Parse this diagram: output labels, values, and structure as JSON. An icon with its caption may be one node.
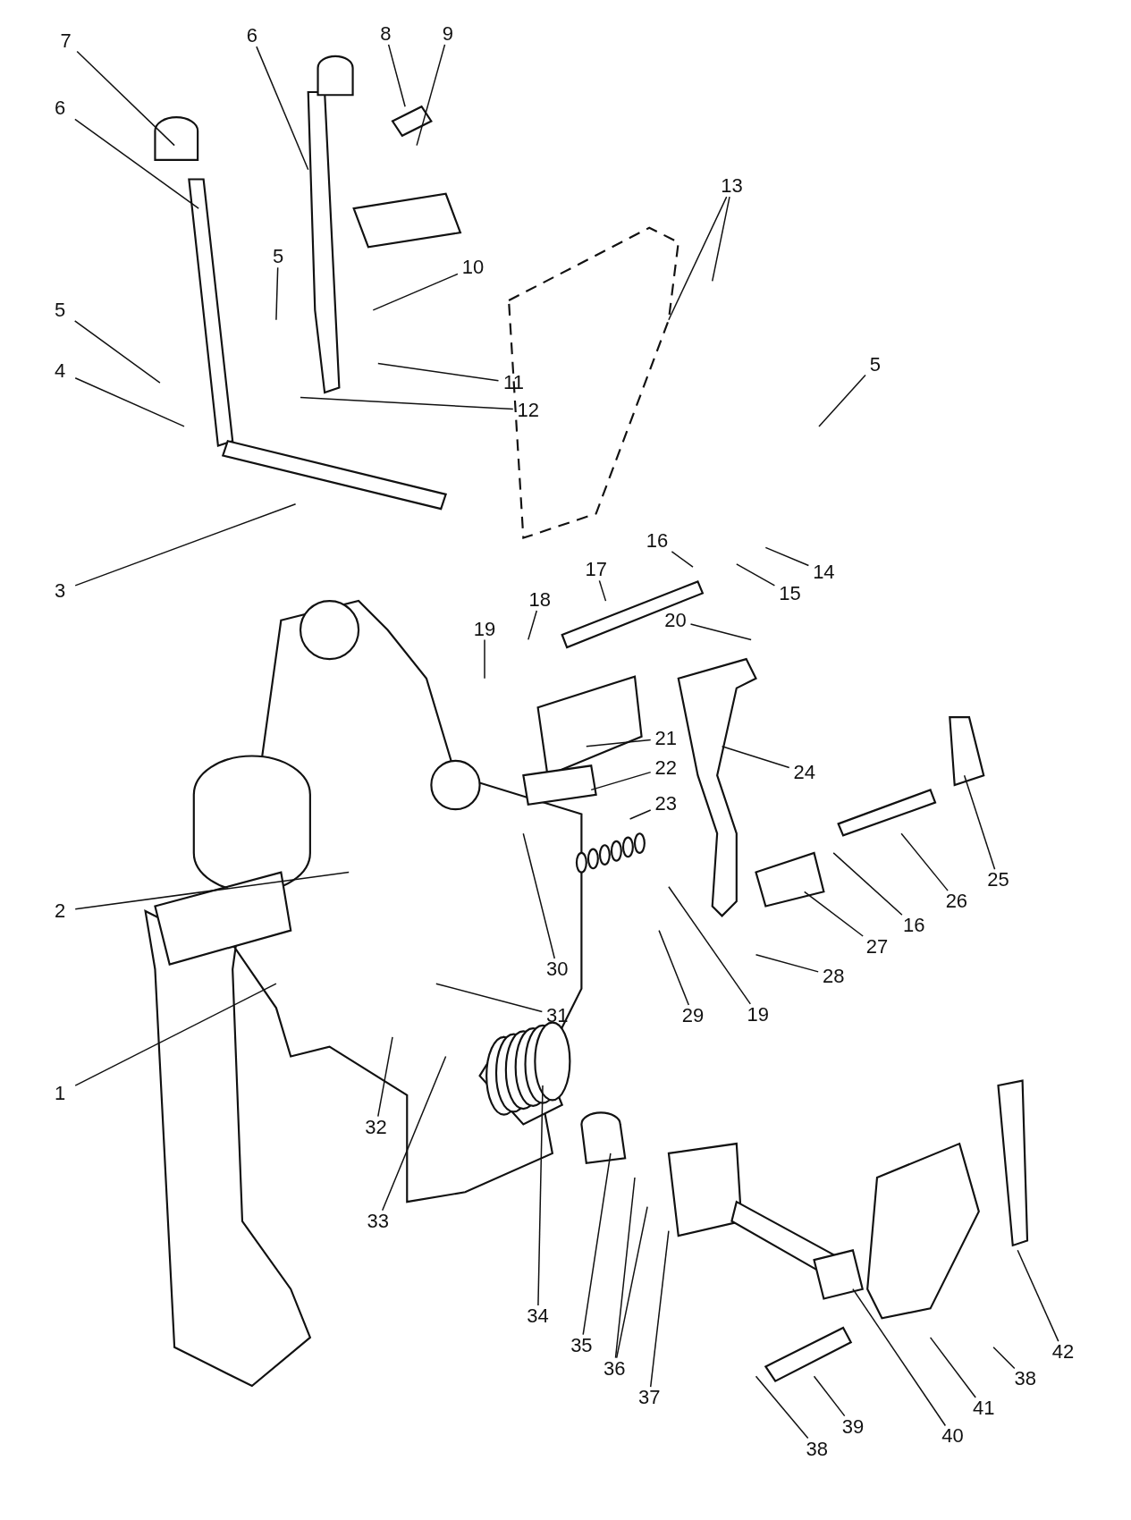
{
  "diagram": {
    "nodes": [
      {
        "text": [
          "7"
        ]
      },
      {
        "text": [
          "6"
        ]
      },
      {
        "text": [
          "8"
        ]
      },
      {
        "text": [
          "9"
        ]
      },
      {
        "text": [
          "6"
        ]
      },
      {
        "text": [
          "13"
        ]
      },
      {
        "text": [
          "5"
        ]
      },
      {
        "text": [
          "10"
        ]
      },
      {
        "text": [
          "5"
        ]
      },
      {
        "text": [
          "5"
        ]
      },
      {
        "text": [
          "4"
        ]
      },
      {
        "text": [
          "11"
        ]
      },
      {
        "text": [
          "12"
        ]
      },
      {
        "text": [
          "16"
        ]
      },
      {
        "text": [
          "14"
        ]
      },
      {
        "text": [
          "17"
        ]
      },
      {
        "text": [
          "3"
        ]
      },
      {
        "text": [
          "15"
        ]
      },
      {
        "text": [
          "18"
        ]
      },
      {
        "text": [
          "20"
        ]
      },
      {
        "text": [
          "19"
        ]
      },
      {
        "text": [
          "21"
        ]
      },
      {
        "text": [
          "22"
        ]
      },
      {
        "text": [
          "24"
        ]
      },
      {
        "text": [
          "23"
        ]
      },
      {
        "text": [
          "25"
        ]
      },
      {
        "text": [
          "26"
        ]
      },
      {
        "text": [
          "2"
        ]
      },
      {
        "text": [
          "16"
        ]
      },
      {
        "text": [
          "27"
        ]
      },
      {
        "text": [
          "30"
        ]
      },
      {
        "text": [
          "28"
        ]
      },
      {
        "text": [
          "29"
        ]
      },
      {
        "text": [
          "19"
        ]
      },
      {
        "text": [
          "31"
        ]
      },
      {
        "text": [
          "1"
        ]
      },
      {
        "text": [
          "32"
        ]
      },
      {
        "text": [
          "33"
        ]
      },
      {
        "text": [
          "34"
        ]
      },
      {
        "text": [
          "35"
        ]
      },
      {
        "text": [
          "42"
        ]
      },
      {
        "text": [
          "36"
        ]
      },
      {
        "text": [
          "38"
        ]
      },
      {
        "text": [
          "37"
        ]
      },
      {
        "text": [
          "41"
        ]
      },
      {
        "text": [
          "39"
        ]
      },
      {
        "text": [
          "40"
        ]
      },
      {
        "text": [
          "38"
        ]
      }
    ],
    "edges": [
      {
        "from": 0,
        "to": null,
        "arrow": "none"
      },
      {
        "from": 1,
        "to": null,
        "arrow": "none"
      },
      {
        "from": 2,
        "to": null,
        "arrow": "none"
      },
      {
        "from": 3,
        "to": null,
        "arrow": "none"
      },
      {
        "from": 4,
        "to": null,
        "arrow": "none"
      },
      {
        "from": 5,
        "to": null,
        "arrow": "none"
      },
      {
        "from": 5,
        "to": null,
        "arrow": "none"
      },
      {
        "from": 6,
        "to": null,
        "arrow": "none"
      },
      {
        "from": 7,
        "to": null,
        "arrow": "none"
      },
      {
        "from": 8,
        "to": null,
        "arrow": "none"
      },
      {
        "from": 9,
        "to": null,
        "arrow": "none"
      },
      {
        "from": 10,
        "to": null,
        "arrow": "none"
      },
      {
        "from": 11,
        "to": null,
        "arrow": "none"
      },
      {
        "from": 12,
        "to": null,
        "arrow": "none"
      },
      {
        "from": 13,
        "to": null,
        "arrow": "none"
      },
      {
        "from": 14,
        "to": null,
        "arrow": "none"
      },
      {
        "from": 15,
        "to": null,
        "arrow": "none"
      },
      {
        "from": 16,
        "to": null,
        "arrow": "none"
      },
      {
        "from": 17,
        "to": null,
        "arrow": "none"
      },
      {
        "from": 18,
        "to": null,
        "arrow": "none"
      },
      {
        "from": 19,
        "to": null,
        "arrow": "none"
      },
      {
        "from": 20,
        "to": null,
        "arrow": "none"
      },
      {
        "from": 21,
        "to": null,
        "arrow": "none"
      },
      {
        "from": 22,
        "to": null,
        "arrow": "none"
      },
      {
        "from": 23,
        "to": null,
        "arrow": "none"
      },
      {
        "from": 24,
        "to": null,
        "arrow": "none"
      },
      {
        "from": 25,
        "to": null,
        "arrow": "none"
      },
      {
        "from": 26,
        "to": null,
        "arrow": "none"
      },
      {
        "from": 27,
        "to": null,
        "arrow": "none"
      },
      {
        "from": 28,
        "to": null,
        "arrow": "none"
      },
      {
        "from": 29,
        "to": null,
        "arrow": "none"
      },
      {
        "from": 30,
        "to": null,
        "arrow": "none"
      },
      {
        "from": 31,
        "to": null,
        "arrow": "none"
      },
      {
        "from": 32,
        "to": null,
        "arrow": "none"
      },
      {
        "from": 33,
        "to": null,
        "arrow": "none"
      },
      {
        "from": 34,
        "to": null,
        "arrow": "none"
      },
      {
        "from": 35,
        "to": null,
        "arrow": "none"
      },
      {
        "from": 36,
        "to": null,
        "arrow": "none"
      },
      {
        "from": 37,
        "to": null,
        "arrow": "none"
      },
      {
        "from": 38,
        "to": null,
        "arrow": "none"
      },
      {
        "from": 39,
        "to": null,
        "arrow": "none"
      },
      {
        "from": 40,
        "to": null,
        "arrow": "none"
      },
      {
        "from": 41,
        "to": null,
        "arrow": "none"
      },
      {
        "from": 41,
        "to": null,
        "arrow": "none"
      },
      {
        "from": 42,
        "to": null,
        "arrow": "none"
      },
      {
        "from": 43,
        "to": null,
        "arrow": "none"
      },
      {
        "from": 44,
        "to": null,
        "arrow": "none"
      },
      {
        "from": 45,
        "to": null,
        "arrow": "none"
      },
      {
        "from": 46,
        "to": null,
        "arrow": "none"
      },
      {
        "from": 47,
        "to": null,
        "arrow": "none"
      }
    ]
  }
}
